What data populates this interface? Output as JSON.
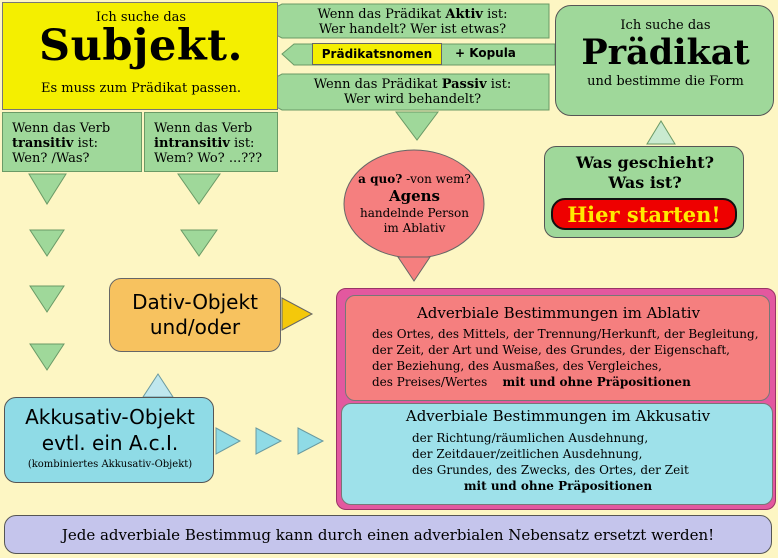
{
  "subjekt": {
    "prefix": "Ich suche das",
    "title": "Subjekt.",
    "note": "Es muss zum Prädikat passen."
  },
  "verb_transitiv": {
    "line1": "Wenn das Verb",
    "keyword": "transitiv",
    "suffix": " ist:",
    "questions": "Wen? /Was?"
  },
  "verb_intransitiv": {
    "line1": "Wenn das Verb",
    "keyword": "intransitiv",
    "suffix": " ist:",
    "questions": "Wem? Wo? ...???"
  },
  "aktiv": {
    "prefix": "Wenn das Prädikat ",
    "keyword": "Aktiv",
    "suffix": " ist:",
    "question": "Wer handelt? Wer ist etwas?"
  },
  "praedikatsnomen": {
    "label": "Prädikatsnomen",
    "kopula": "+ Kopula"
  },
  "passiv": {
    "prefix": "Wenn das Prädikat ",
    "keyword": "Passiv",
    "suffix": " ist:",
    "question": "Wer wird behandelt?"
  },
  "praedikat": {
    "prefix": "Ich suche das",
    "title": "Prädikat",
    "note": "und bestimme die Form"
  },
  "start": {
    "question1": "Was geschieht?",
    "question2": "Was ist?",
    "button": "Hier starten!"
  },
  "agens": {
    "question": "a quo?",
    "question_suffix": " -von wem?",
    "title": "Agens",
    "line1": "handelnde Person",
    "line2": "im Ablativ"
  },
  "dativ": {
    "line1": "Dativ-Objekt",
    "line2": "und/oder"
  },
  "akkusativ_objekt": {
    "line1": "Akkusativ-Objekt",
    "line2": "evtl. ein A.c.I.",
    "note": "(kombiniertes  Akkusativ-Objekt)"
  },
  "ablativ": {
    "title": "Adverbiale Bestimmungen im Ablativ",
    "lines": [
      "des Ortes, des Mittels, der Trennung/Herkunft, der Begleitung,",
      "der Zeit, der Art und Weise, des Grundes, der Eigenschaft,",
      "der Beziehung, des Ausmaßes, des Vergleiches,",
      "des Preises/Wertes"
    ],
    "emphasis": "mit und ohne Präpositionen"
  },
  "akkusativ": {
    "title": "Adverbiale Bestimmungen im Akkusativ",
    "lines": [
      "der Richtung/räumlichen Ausdehnung,",
      "der Zeitdauer/zeitlichen Ausdehnung,",
      "des Grundes, des Zwecks, des Ortes, der Zeit"
    ],
    "emphasis": "mit und ohne Präpositionen"
  },
  "footer": {
    "text": "Jede adverbiale Bestimmug kann durch einen adverbialen Nebensatz ersetzt werden!"
  },
  "colors": {
    "background": "#fdf6c3",
    "yellow": "#f4ef00",
    "green": "#9fd89a",
    "orange": "#f7c25f",
    "cyan": "#8fdbe6",
    "salmon": "#f57f7f",
    "pink": "#e3589f",
    "lavender": "#c5c5ec",
    "red": "#ee0000"
  }
}
